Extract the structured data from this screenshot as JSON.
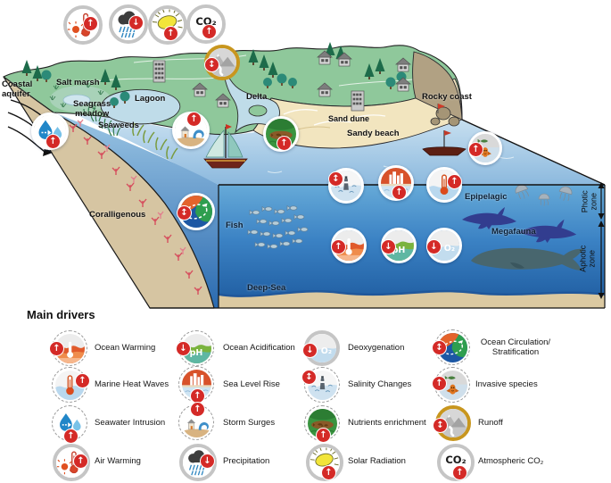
{
  "glyphs": {
    "up": "↑",
    "down": "↓",
    "updown": "↕"
  },
  "icon_texts": {
    "ph": "pH",
    "o2": "O₂",
    "co2": "CO₂"
  },
  "colors": {
    "badge_red": "#d42a27",
    "runoff_gold": "#c8961e",
    "ring_gray": "#c5c5c5",
    "land_green": "#8fc89b",
    "soil_tan": "#d6c5a2",
    "beach_sand": "#f2e5bf",
    "sea_deep": "#1d5a9e"
  },
  "scene": {
    "labels": [
      {
        "id": "coastal-aquifer",
        "text": "Coastal\naquifer"
      },
      {
        "id": "salt-marsh",
        "text": "Salt marsh"
      },
      {
        "id": "seagrass-meadow",
        "text": "Seagrass\nmeadow"
      },
      {
        "id": "seaweeds",
        "text": "Seaweeds"
      },
      {
        "id": "lagoon",
        "text": "Lagoon"
      },
      {
        "id": "delta",
        "text": "Delta"
      },
      {
        "id": "sand-dune",
        "text": "Sand dune"
      },
      {
        "id": "sandy-beach",
        "text": "Sandy beach"
      },
      {
        "id": "rocky-coast",
        "text": "Rocky coast"
      },
      {
        "id": "coralligenous",
        "text": "Coralligenous"
      },
      {
        "id": "fish",
        "text": "Fish"
      },
      {
        "id": "deep-sea",
        "text": "Deep-Sea"
      },
      {
        "id": "epipelagic",
        "text": "Epipelagic"
      },
      {
        "id": "megafauna",
        "text": "Megafauna"
      },
      {
        "id": "photic-zone",
        "text": "Photic\nzone"
      },
      {
        "id": "aphotic-zone",
        "text": "Aphotic\nzone"
      }
    ]
  },
  "legend": {
    "title": "Main drivers",
    "items": [
      {
        "label": "Ocean Warming",
        "icon": "ocean-warming"
      },
      {
        "label": "Ocean Acidification",
        "icon": "ocean-acidification"
      },
      {
        "label": "Deoxygenation",
        "icon": "deoxygenation"
      },
      {
        "label": "Ocean Circulation/\nStratification",
        "icon": "ocean-circulation-stratification"
      },
      {
        "label": "Marine Heat Waves",
        "icon": "marine-heat-waves"
      },
      {
        "label": "Sea Level Rise",
        "icon": "sea-level-rise"
      },
      {
        "label": "Salinity Changes",
        "icon": "salinity-changes"
      },
      {
        "label": "Invasive species",
        "icon": "invasive-species"
      },
      {
        "label": "Seawater Intrusion",
        "icon": "seawater-intrusion"
      },
      {
        "label": "Storm Surges",
        "icon": "storm-surges"
      },
      {
        "label": "Nutrients enrichment",
        "icon": "nutrients-enrichment"
      },
      {
        "label": "Runoff",
        "icon": "runoff"
      },
      {
        "label": "Air Warming",
        "icon": "air-warming"
      },
      {
        "label": "Precipitation",
        "icon": "precipitation"
      },
      {
        "label": "Solar Radiation",
        "icon": "solar-radiation"
      },
      {
        "label": "Atmospheric CO₂",
        "icon": "atmospheric-co2"
      }
    ]
  }
}
